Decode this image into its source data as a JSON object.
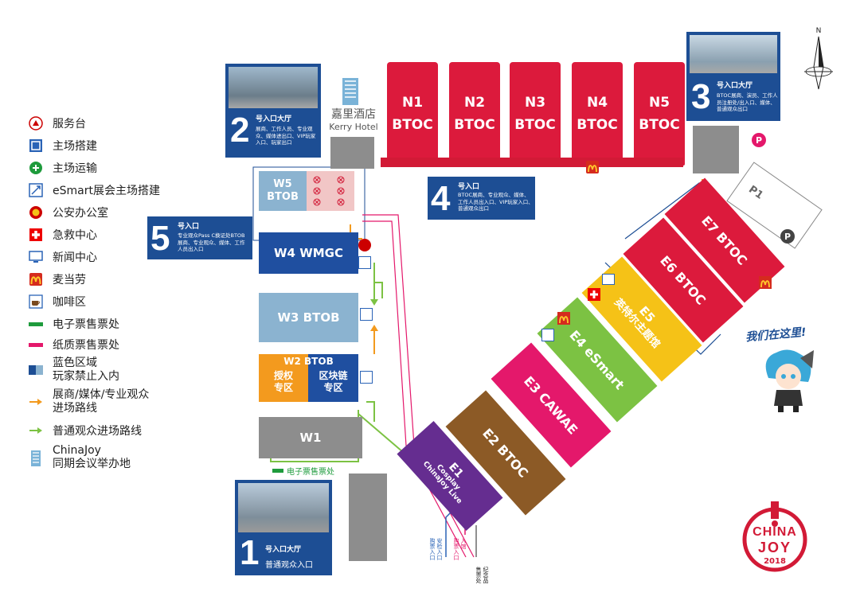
{
  "legend": [
    {
      "icon": "service-desk-icon",
      "label": "服务台"
    },
    {
      "icon": "main-build-icon",
      "label": "主场搭建"
    },
    {
      "icon": "main-transport-icon",
      "label": "主场运输"
    },
    {
      "icon": "esmart-build-icon",
      "label": "eSmart展会主场搭建"
    },
    {
      "icon": "police-icon",
      "label": "公安办公室"
    },
    {
      "icon": "first-aid-icon",
      "label": "急救中心"
    },
    {
      "icon": "press-center-icon",
      "label": "新闻中心"
    },
    {
      "icon": "mcdonalds-icon",
      "label": "麦当劳"
    },
    {
      "icon": "cafe-icon",
      "label": "咖啡区"
    },
    {
      "icon": "e-ticket-swatch",
      "label": "电子票售票处",
      "color": "#1e9b3c"
    },
    {
      "icon": "paper-ticket-swatch",
      "label": "纸质票售票处",
      "color": "#e4186b"
    },
    {
      "icon": "blue-zone-swatch",
      "label_1": "蓝色区域",
      "label_2": "玩家禁止入内"
    },
    {
      "icon": "orange-arrow-icon",
      "label_1": "展商/媒体/专业观众",
      "label_2": "进场路线",
      "color": "#f39a1e"
    },
    {
      "icon": "green-arrow-icon",
      "label": "普通观众进场路线",
      "color": "#7cc243"
    },
    {
      "icon": "building-icon",
      "label_1": "ChinaJoy",
      "label_2": "同期会议举办地"
    }
  ],
  "kerry": {
    "cn": "嘉里酒店",
    "en": "Kerry Hotel"
  },
  "north_halls": [
    {
      "name": "N1",
      "type": "BTOC"
    },
    {
      "name": "N2",
      "type": "BTOC"
    },
    {
      "name": "N3",
      "type": "BTOC"
    },
    {
      "name": "N4",
      "type": "BTOC"
    },
    {
      "name": "N5",
      "type": "BTOC"
    }
  ],
  "west_halls": {
    "w5": {
      "name": "W5",
      "type": "BTOB"
    },
    "w4": "W4  WMGC",
    "w3": "W3  BTOB",
    "w2": {
      "title": "W2 BTOB",
      "left": "授权\n专区",
      "right": "区块链\n专区"
    },
    "w1": "W1"
  },
  "east_halls": {
    "e1": {
      "name": "E1",
      "sub1": "Cosplay",
      "sub2": "ChinaJoy Live"
    },
    "e2": "E2 BTOC",
    "e3": "E3 CAWAE",
    "e4": "E4 eSmart",
    "e5": {
      "name": "E5",
      "sub": "英特尔主题馆"
    },
    "e6": "E6 BTOC",
    "e7": "E7 BTOC",
    "p1": "P1"
  },
  "entrances": {
    "e1": {
      "num": "1",
      "title": "号入口大厅",
      "text": "普通观众入口"
    },
    "e2": {
      "num": "2",
      "title": "号入口大厅",
      "text": "展商、工作人员、专业观众、媒体进出口、VIP玩家入口、玩家出口"
    },
    "e3": {
      "num": "3",
      "title": "号入口大厅",
      "text": "BTOC展商、演员、工作人员注册处/出入口、媒体、普通观众出口"
    },
    "e4": {
      "num": "4",
      "title": "号入口",
      "text": "BTOC展商、专业观众、媒体、工作人员出入口、VIP玩家入口、普通观众出口"
    },
    "e5": {
      "num": "5",
      "title": "号入口",
      "text": "专业观众Pass C换证处BTOB展商、专业观众、媒体、工作人员出入口"
    }
  },
  "labels": {
    "e_ticket": "电子票售票处",
    "here": "我们在这里!",
    "entry_a": "安检入口\n购票入口",
    "entry_b": "入馆\n购票入口",
    "merch": "纪念品\n售票处",
    "north": "N",
    "parking": "P",
    "logo_line1": "CHINA",
    "logo_line2": "JOY",
    "logo_year": "2018"
  },
  "colors": {
    "red": "#dc1a3c",
    "navy": "#1d4e94",
    "wmgc": "#1f4fa0",
    "lightblue": "#8bb3d0",
    "orange": "#f39a1e",
    "purple": "#652d90",
    "brown": "#8c5a26",
    "pink": "#e4186b",
    "green": "#7cc243",
    "yellow": "#f5c217",
    "gray": "#8d8d8d"
  }
}
